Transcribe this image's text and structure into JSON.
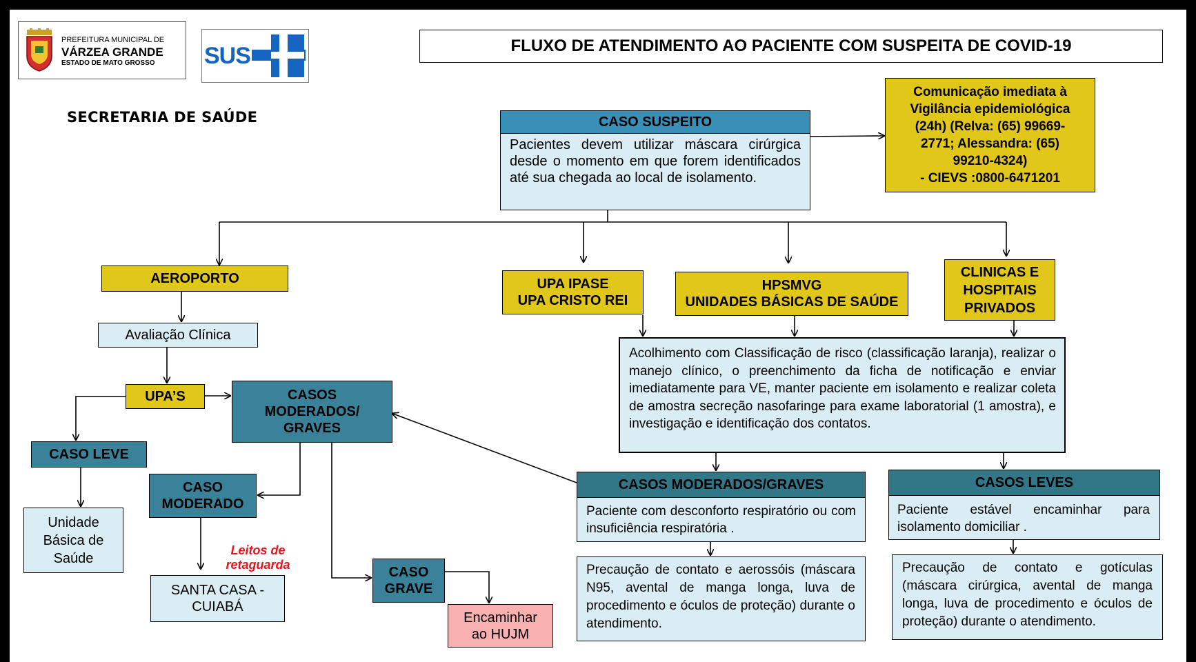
{
  "header": {
    "prefeitura_line1": "PREFEITURA MUNICIPAL DE",
    "prefeitura_line2": "VÁRZEA GRANDE",
    "prefeitura_line3": "ESTADO DE MATO GROSSO",
    "sus_logo": "SUS",
    "secretaria": "SECRETARIA DE SAÚDE",
    "title": "FLUXO DE ATENDIMENTO AO PACIENTE COM SUSPEITA DE COVID-19"
  },
  "caso_suspeito": {
    "title": "CASO SUSPEITO",
    "text": "Pacientes devem utilizar máscara cirúrgica desde o momento em que forem identificados até sua chegada ao local de isolamento."
  },
  "comunicacao": {
    "lines": [
      "Comunicação imediata à",
      "Vigilância epidemiológica",
      "(24h) (Relva: (65) 99669-",
      "2771; Alessandra: (65)",
      "99210-4324)",
      "- CIEVS :0800-6471201"
    ]
  },
  "destinations": {
    "aeroporto": "AEROPORTO",
    "upa_line1": "UPA IPASE",
    "upa_line2": "UPA CRISTO REI",
    "hps_line1": "HPSMVG",
    "hps_line2": "UNIDADES BÁSICAS DE SAÚDE",
    "clinicas_line1": "CLINICAS E",
    "clinicas_line2": "HOSPITAIS",
    "clinicas_line3": "PRIVADOS"
  },
  "left_flow": {
    "avaliacao": "Avaliação Clínica",
    "upas": "UPA’S",
    "casos_mod_graves_line1": "CASOS",
    "casos_mod_graves_line2": "MODERADOS/",
    "casos_mod_graves_line3": "GRAVES",
    "caso_leve": "CASO LEVE",
    "unidade_line1": "Unidade",
    "unidade_line2": "Básica de",
    "unidade_line3": "Saúde",
    "caso_moderado_line1": "CASO",
    "caso_moderado_line2": "MODERADO",
    "leitos_line1": "Leitos de",
    "leitos_line2": "retaguarda",
    "santa_casa_line1": "SANTA CASA -",
    "santa_casa_line2": "CUIABÁ",
    "caso_grave_line1": "CASO",
    "caso_grave_line2": "GRAVE",
    "hujm_line1": "Encaminhar",
    "hujm_line2": "ao HUJM"
  },
  "acolhimento": {
    "text": "Acolhimento com Classificação de risco (classificação laranja), realizar o manejo clínico, o preenchimento da ficha de notificação e enviar imediatamente para VE, manter paciente em isolamento e realizar coleta de amostra secreção nasofaringe para exame laboratorial (1 amostra), e investigação e identificação dos contatos."
  },
  "moderados_graves": {
    "title": "CASOS  MODERADOS/GRAVES",
    "text": "Paciente com desconforto respiratório ou com insuficiência respiratória .",
    "precaucao": "Precaução de contato e aerossóis (máscara N95, avental de manga longa, luva de procedimento e óculos de proteção) durante o atendimento."
  },
  "leves": {
    "title": "CASOS LEVES",
    "text": "Paciente estável encaminhar para isolamento domiciliar .",
    "precaucao": "Precaução de contato e gotículas (máscara cirúrgica, avental de manga longa, luva de procedimento e óculos de proteção)  durante o atendimento."
  },
  "colors": {
    "yellow": "#e2c71b",
    "teal": "#3a8299",
    "light_blue": "#dbedf4",
    "pink": "#f8b0b0",
    "red_text": "#e8141c",
    "sus_blue": "#1565c0"
  }
}
